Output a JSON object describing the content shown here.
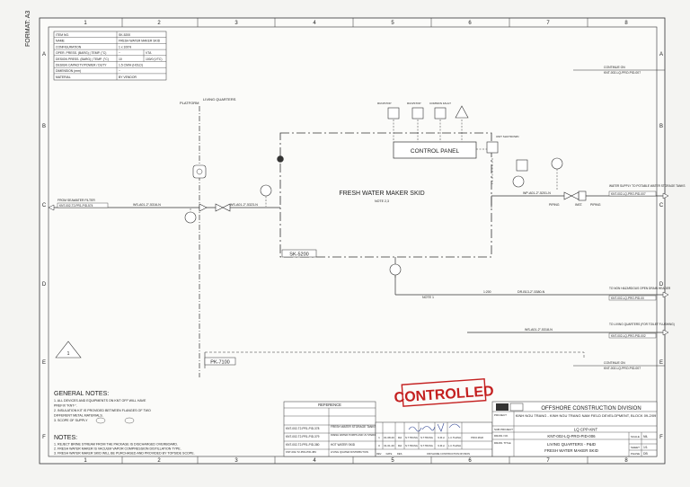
{
  "sheet": {
    "format_label": "FORMAT: A3",
    "columns": [
      "1",
      "2",
      "3",
      "4",
      "5",
      "6",
      "7",
      "8"
    ],
    "rows": [
      "A",
      "B",
      "C",
      "D",
      "E",
      "F"
    ]
  },
  "equipment_table": {
    "rows": [
      {
        "label": "ITEM NO.",
        "value": "SK-5200",
        "extra": ""
      },
      {
        "label": "NAME",
        "value": "FRESH WATER MAKER SKID",
        "extra": ""
      },
      {
        "label": "CONFIGURATION",
        "value": "1 x 100%",
        "extra": ""
      },
      {
        "label": "OPER. PRESS. (BARG) | TEMP. (°C)",
        "value": "~",
        "extra": "VTA"
      },
      {
        "label": "DESIGN PRESS. (BARG) | TEMP. (°C)",
        "value": "10",
        "extra": "100/0 (VTC)"
      },
      {
        "label": "DESIGN CAPACITY/POWER / DUTY",
        "value": "1.5 CM/H (HOLD)",
        "extra": ""
      },
      {
        "label": "DIMENSION (mm)",
        "value": "~",
        "extra": ""
      },
      {
        "label": "MATERIAL",
        "value": "BY VENDOR",
        "extra": ""
      }
    ]
  },
  "diagram": {
    "platform_label": "PLATFORM",
    "living_quarters_label": "LIVING QUARTERS",
    "control_panel": "CONTROL PANEL",
    "skid_title": "FRESH WATER MAKER SKID",
    "skid_note": "NOTE 2,3",
    "skid_tag": "SK-5200",
    "package_tag": "PK-7100",
    "note1": "NOTE 1",
    "alarm_labels": [
      "RUN/STOP",
      "RUN/STOP",
      "COMMON FAULT"
    ],
    "unit_shutdown": "UNIT SHUTDOWN",
    "seawater_from": "FROM SEAWATER FILTER",
    "seawater_ref": "KNT-002-T2-PR1-PID-574",
    "line_ws1": "WS-A01-2\"-5316-N",
    "line_ws2": "WS-A01-2\"-5323-N",
    "line_wp": "WP-A01-2\"-5201-N",
    "line_dr": "DR-B13-2\"-5380-N",
    "line_ws3": "WS-A01-2\"-5318-N",
    "piping": "PIPING",
    "inst": "INST.",
    "to_potable": "WATER SUPPLY TO POTABLE WATER STORAGE TANKS",
    "to_potable_ref": "KNT-002-LQ-PRO-PID-007",
    "to_drain": "TO NON HAZARDOUS OPEN DRAIN HEADER",
    "to_drain_ref": "KNT-002-LQ-PRO-PID-00",
    "to_lq_toilet": "TO LIVING QUARTERS (FOR TOILET FLUSHING)",
    "to_lq_toilet_ref": "KNT-002-LQ-PRO-PID-002",
    "continue_top": "CONTINUE ON",
    "continue_top_ref": "KNT-002-LQ-PRO-PID-007",
    "continue_bottom": "CONTINUE ON",
    "continue_bottom_ref": "KNT-002-LQ-PRO-PID-007",
    "slope": "1:200",
    "flag_number": "1"
  },
  "general_notes": {
    "title": "GENERAL NOTES:",
    "items": [
      "1. ALL DEVICES AND EQUIPMENTS ON KNT OFF WILL HAVE",
      "   PREFIX \"KNT-\".",
      "2. INSULATION KIT IS PROVIDED BETWEEN FLANGES OF TWO",
      "   DIFFERENT METAL MATERIALS.",
      "3. SCOPE OF SUPPLY"
    ]
  },
  "notes": {
    "title": "NOTES:",
    "items": [
      "1. REJECT BRINE STREAM FROM THE PACKAGE IS DISCHARGED OVERBOARD.",
      "2. FRESH WATER MAKER IS VACUUM VAPOR COMPRESSION DISTILLATION TYPE.",
      "3. FRESH WATER MAKER SKID WILL BE PURCHASED AND PROVIDED BY TOPSIDE SCOPE."
    ]
  },
  "stamp": "CONTROLLED",
  "reference_table": {
    "title": "REFERENCE",
    "rows": [
      {
        "number": "KNT-002-T2-PR1-PID-378",
        "title": "FRESH WATER STORAGE TANKS"
      },
      {
        "number": "KNT-002-T2-PR1-PID-379",
        "title": "FRESH WATER PUMPS AND UV STERILIZER"
      },
      {
        "number": "KNT-002-T2-PR1-PID-380",
        "title": "HOT WATER SKID"
      },
      {
        "number": "KNT-002-T2-PR1-PID-383",
        "title": "LIVING QUATER DISTRIBUTION"
      }
    ],
    "footer_number": "REF. DRAWING No.",
    "footer_title": "REF. DRAWING TITLE"
  },
  "revision_table": {
    "rows": [
      {
        "rev": "1",
        "date": "01.08.20",
        "des": "IFA",
        "prepared": "N.T.TRUNG",
        "checked": "N.T.TRUNG",
        "verified": "N.M.H",
        "approved": "L.C.THANH"
      },
      {
        "rev": "0",
        "date": "31.01.20",
        "des": "IFA",
        "prepared": "N.T.TRUNG",
        "checked": "N.T.TRUNG",
        "verified": "N.M.H",
        "approved": "L.C.THANH"
      }
    ],
    "header": {
      "rev": "REV.",
      "date": "DATE",
      "des": "DES.",
      "prepared": "PREPARED",
      "checked": "CHECKED",
      "verified": "ENG.MGR",
      "approved": "PROJ.MGR"
    },
    "division": "OFFSHORE CONSTRUCTION DIVISION"
  },
  "title_block": {
    "division": "OFFSHORE CONSTRUCTION DIVISION",
    "project_label": "PROJECT",
    "project": "KINH NGU TRANG - KINH NGU TRANG NAM FIELD DEVELOPMENT, BLOCK 09-2/09",
    "subproject_label": "SUB PROJECT",
    "subproject": "LQ CPP-KNT",
    "drawing_no_label": "DRAW. NO.",
    "drawing_no": "KNT-002-LQ-PRO-PID-006",
    "drawing_title_label": "DRAW. TITLE",
    "drawing_title_1": "LIVING QUARTERS - P&ID",
    "drawing_title_2": "FRESH WATER MAKER SKID",
    "scale_label": "SCALE",
    "scale": "NIL",
    "sheet_label": "SHEET",
    "sheet": "1/1",
    "phase_label": "PHASE",
    "phase": "DB"
  }
}
